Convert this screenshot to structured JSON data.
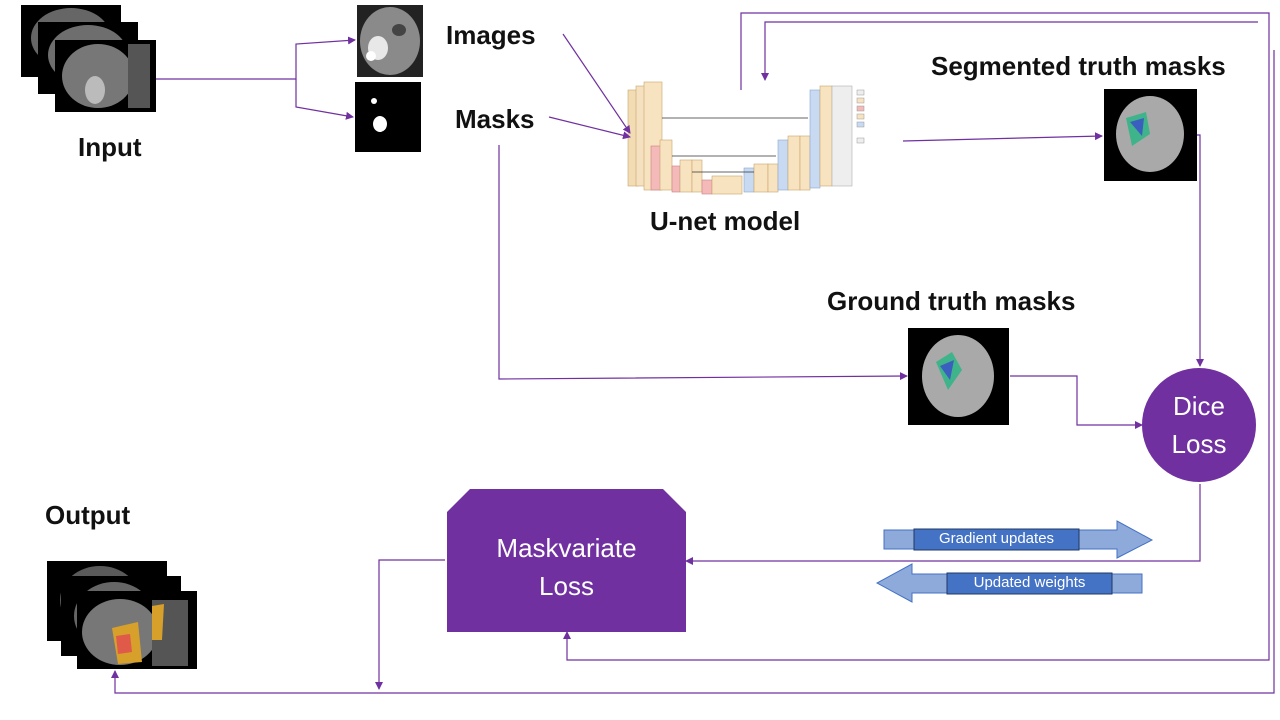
{
  "labels": {
    "input": "Input",
    "images": "Images",
    "masks": "Masks",
    "unet": "U-net model",
    "segmented": "Segmented truth masks",
    "ground": "Ground truth masks",
    "output": "Output"
  },
  "nodes": {
    "dice_line1": "Dice",
    "dice_line2": "Loss",
    "maskvariate_line1": "Maskvariate",
    "maskvariate_line2": "Loss"
  },
  "banners": {
    "gradient": "Gradient updates",
    "weights": "Updated weights"
  },
  "colors": {
    "purple": "#7030a0",
    "arrow_blue": "#8eaadb",
    "banner_blue": "#4472c4"
  }
}
